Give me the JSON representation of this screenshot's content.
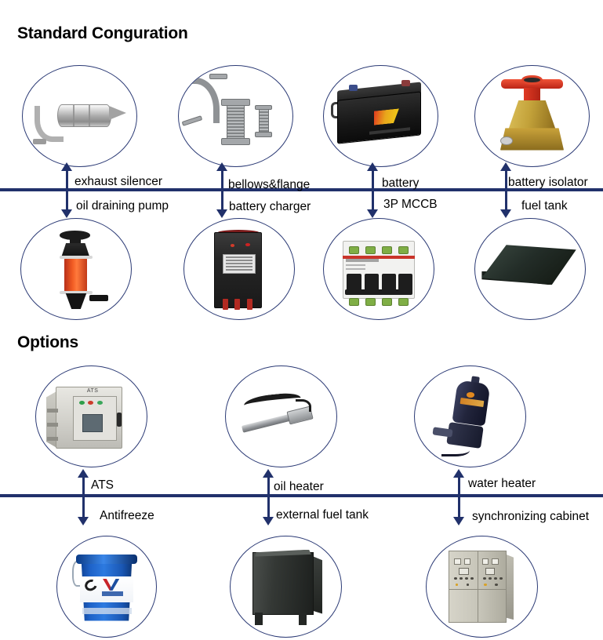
{
  "sections": [
    {
      "id": "standard",
      "title": "Standard Conguration",
      "items_above": [
        {
          "label": "exhaust silencer",
          "art": "silencer"
        },
        {
          "label": "bellows&flange",
          "art": "bellows"
        },
        {
          "label": "battery",
          "art": "battery"
        },
        {
          "label": "battery isolator",
          "art": "isolator"
        }
      ],
      "items_below": [
        {
          "label": "oil draining pump",
          "art": "pump"
        },
        {
          "label": "battery charger",
          "art": "charger"
        },
        {
          "label": "3P MCCB",
          "art": "mccb"
        },
        {
          "label": "fuel tank",
          "art": "tank"
        }
      ]
    },
    {
      "id": "options",
      "title": "Options",
      "items_above": [
        {
          "label": "ATS",
          "art": "ats"
        },
        {
          "label": "oil heater",
          "art": "oilheater"
        },
        {
          "label": "water heater",
          "art": "wheater"
        }
      ],
      "items_below": [
        {
          "label": "Antifreeze",
          "art": "bucket"
        },
        {
          "label": "external fuel tank",
          "art": "extank"
        },
        {
          "label": "synchronizing cabinet",
          "art": "sync"
        }
      ]
    }
  ],
  "art_labels": {
    "ats_badge": "ATS"
  },
  "colors": {
    "axis": "#21316b",
    "circle_border": "#2b3a75",
    "text": "#000000",
    "background": "#ffffff"
  }
}
